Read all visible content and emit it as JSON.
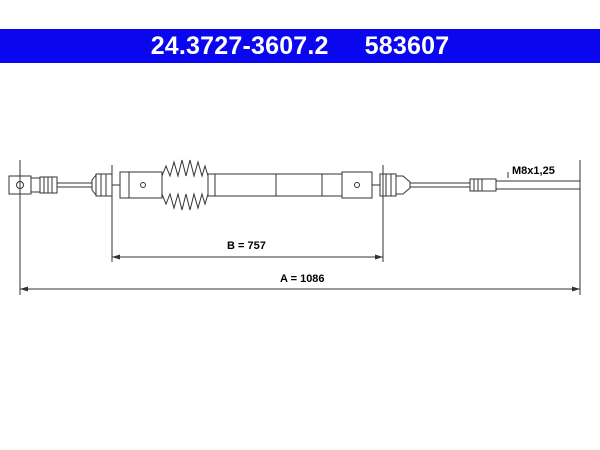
{
  "header": {
    "part_number": "24.3727-3607.2",
    "ref_number": "583607"
  },
  "labels": {
    "thread": "M8x1,25",
    "dim_b": "B = 757",
    "dim_a": "A = 1086"
  },
  "colors": {
    "header_bg": "#0a07f0",
    "header_text": "#ffffff",
    "line": "#333333"
  }
}
